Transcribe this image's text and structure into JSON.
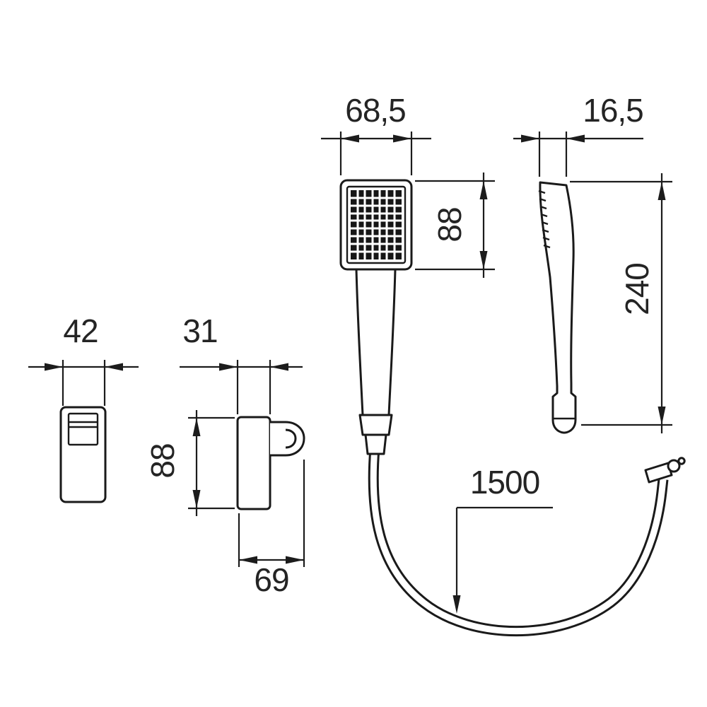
{
  "drawing": {
    "dimensions": {
      "head_width": "68,5",
      "head_height": "88",
      "profile_width": "16,5",
      "profile_height": "240",
      "bracket_front_width": "42",
      "bracket_side_width": "31",
      "bracket_height": "88",
      "bracket_depth": "69",
      "hose_length": "1500"
    }
  }
}
